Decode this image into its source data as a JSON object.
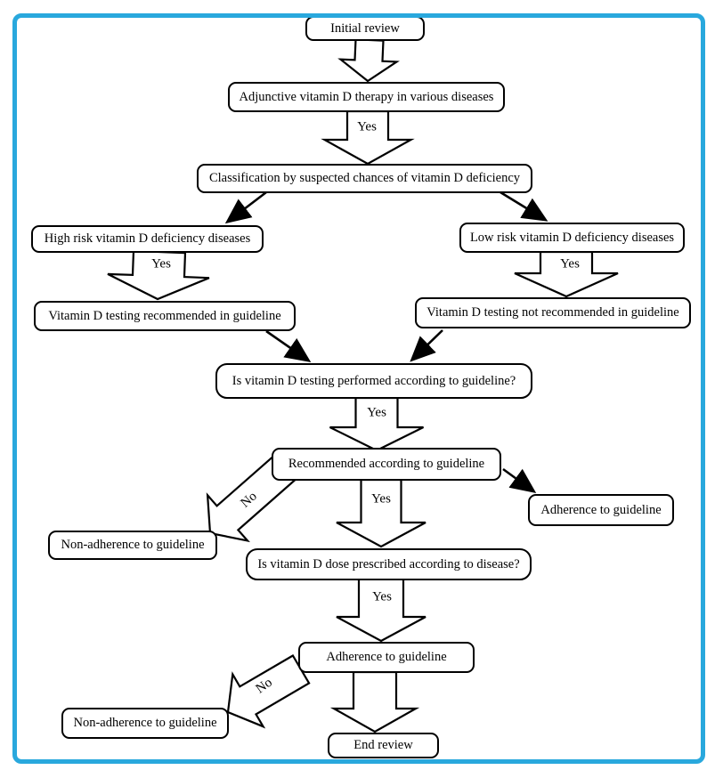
{
  "diagram": {
    "nodes": {
      "initial_review": {
        "label": "Initial review"
      },
      "adjunctive": {
        "label": "Adjunctive vitamin D therapy in various diseases"
      },
      "classification": {
        "label": "Classification by suspected chances of vitamin D deficiency"
      },
      "high_risk": {
        "label": "High risk vitamin D deficiency diseases"
      },
      "low_risk": {
        "label": "Low risk vitamin D deficiency diseases"
      },
      "testing_recommended": {
        "label": "Vitamin D testing recommended in guideline"
      },
      "testing_not_recommended": {
        "label": "Vitamin D testing not recommended in guideline"
      },
      "testing_performed_q": {
        "label": "Is vitamin D testing performed according to guideline?"
      },
      "recommended_according": {
        "label": "Recommended according to guideline"
      },
      "adherence_right": {
        "label": "Adherence to guideline"
      },
      "non_adherence_mid": {
        "label": "Non-adherence to guideline"
      },
      "dose_prescribed_q": {
        "label": "Is vitamin D dose prescribed according to disease?"
      },
      "adherence_bottom": {
        "label": "Adherence to guideline"
      },
      "non_adherence_bottom": {
        "label": "Non-adherence to guideline"
      },
      "end_review": {
        "label": "End review"
      }
    },
    "edge_labels": {
      "adjunctive_yes": "Yes",
      "high_risk_yes": "Yes",
      "low_risk_yes": "Yes",
      "testing_yes": "Yes",
      "recommended_yes": "Yes",
      "dose_yes": "Yes",
      "recommended_no": "No",
      "adherence_no": "No"
    },
    "colors": {
      "frame": "#29a8dd",
      "node_border": "#000000",
      "node_fill": "#ffffff",
      "text": "#000000"
    }
  }
}
